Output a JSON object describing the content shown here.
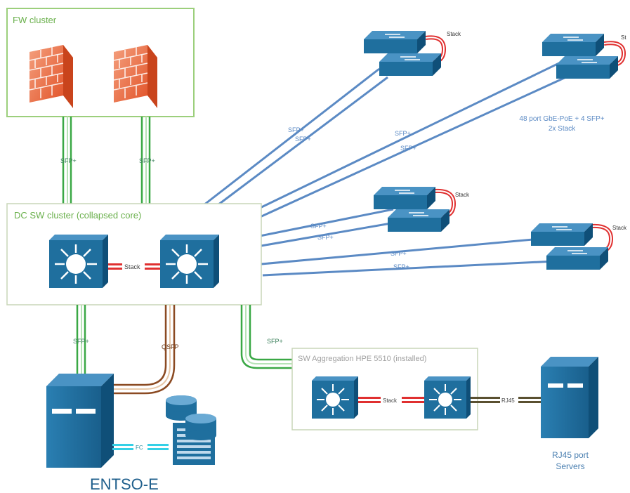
{
  "fw_cluster": {
    "title": "FW cluster"
  },
  "dc_cluster": {
    "title": "DC SW cluster (collapsed core)",
    "stack_label": "Stack"
  },
  "agg": {
    "title": "SW Aggregation HPE 5510 (installed)",
    "stack_label": "Stack",
    "rj45_label": "RJ45"
  },
  "links": {
    "sfp": "SFP+",
    "qsfp": "QSFP",
    "fc": "FC"
  },
  "access_stacks": {
    "stack_label": "Stack",
    "s2_stack_label": "St",
    "desc_line1": "48 port GbE-PoE + 4 SFP+",
    "desc_line2": "2x Stack"
  },
  "entso": {
    "label": "ENTSO-E"
  },
  "servers": {
    "line1": "RJ45 port",
    "line2": "Servers"
  },
  "colors": {
    "green_frame": "#9ccf7c",
    "green_text": "#6ab04c",
    "blue_line": "#5b8ac4",
    "switch_blue": "#1f6f9e",
    "stack_red": "#e03030",
    "green_link": "#3aa845",
    "brown_link": "#8b4a22",
    "fc_cyan": "#35d0e6",
    "firewall": "#e8663a"
  }
}
